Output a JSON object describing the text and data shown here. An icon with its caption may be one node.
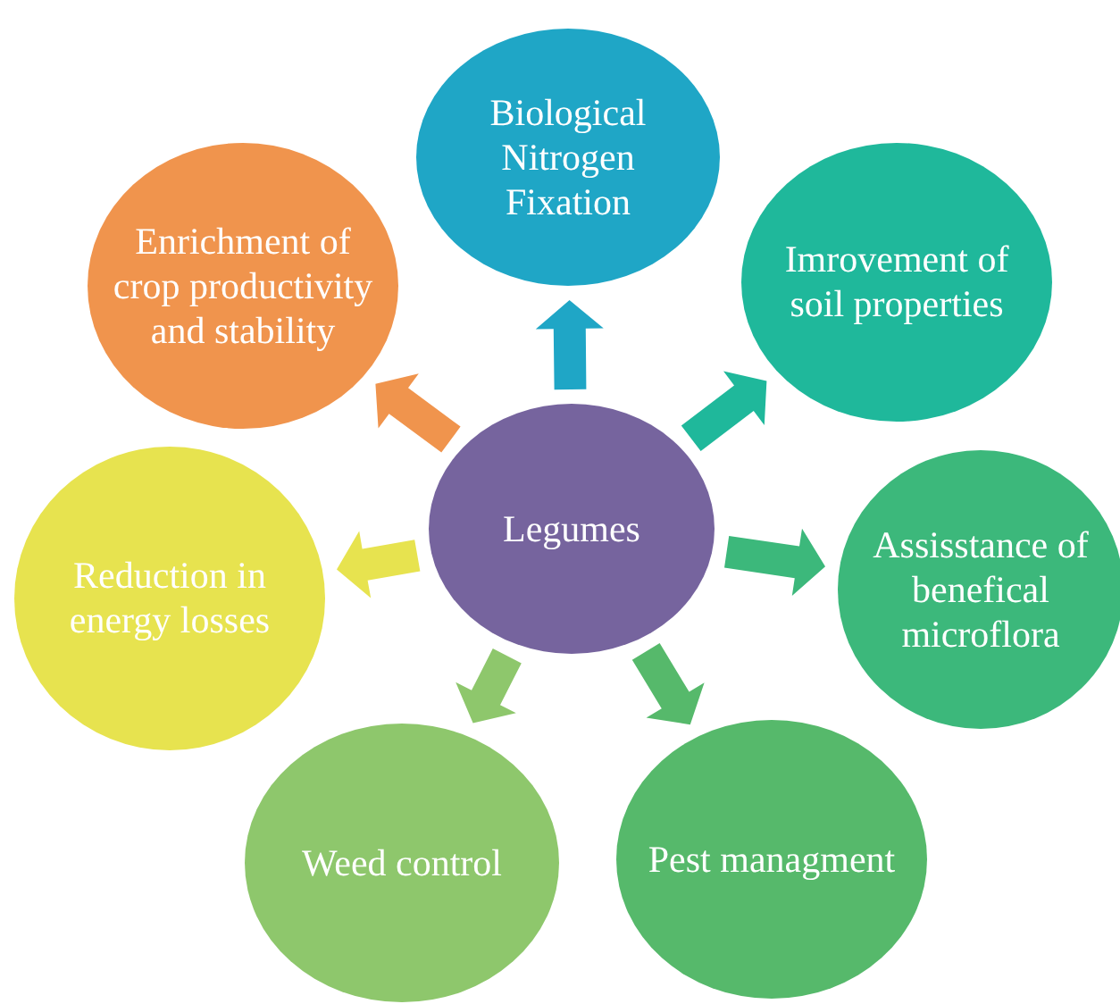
{
  "diagram": {
    "nodes": [
      {
        "text": [
          "Legumes"
        ]
      },
      {
        "text": [
          "Biological Nitrogen Fixation"
        ]
      },
      {
        "text": [
          "Imrovement of soil properties"
        ]
      },
      {
        "text": [
          "Assisstance of benefical microflora"
        ]
      },
      {
        "text": [
          "Pest managment"
        ]
      },
      {
        "text": [
          "Weed control"
        ]
      },
      {
        "text": [
          "Reduction in energy losses"
        ]
      },
      {
        "text": [
          "Enrichment of crop productivity and stability"
        ]
      }
    ],
    "edges": [
      {
        "from": 0,
        "to": 1,
        "arrow": "to",
        "color": "#1fa6c6"
      },
      {
        "from": 0,
        "to": 2,
        "arrow": "to",
        "color": "#1fb89b"
      },
      {
        "from": 0,
        "to": 3,
        "arrow": "to",
        "color": "#3cb87b"
      },
      {
        "from": 0,
        "to": 4,
        "arrow": "to",
        "color": "#56b96b"
      },
      {
        "from": 0,
        "to": 5,
        "arrow": "to",
        "color": "#8ec76c"
      },
      {
        "from": 0,
        "to": 6,
        "arrow": "to",
        "color": "#e7e34f"
      },
      {
        "from": 0,
        "to": 7,
        "arrow": "to",
        "color": "#f0944d"
      }
    ]
  }
}
